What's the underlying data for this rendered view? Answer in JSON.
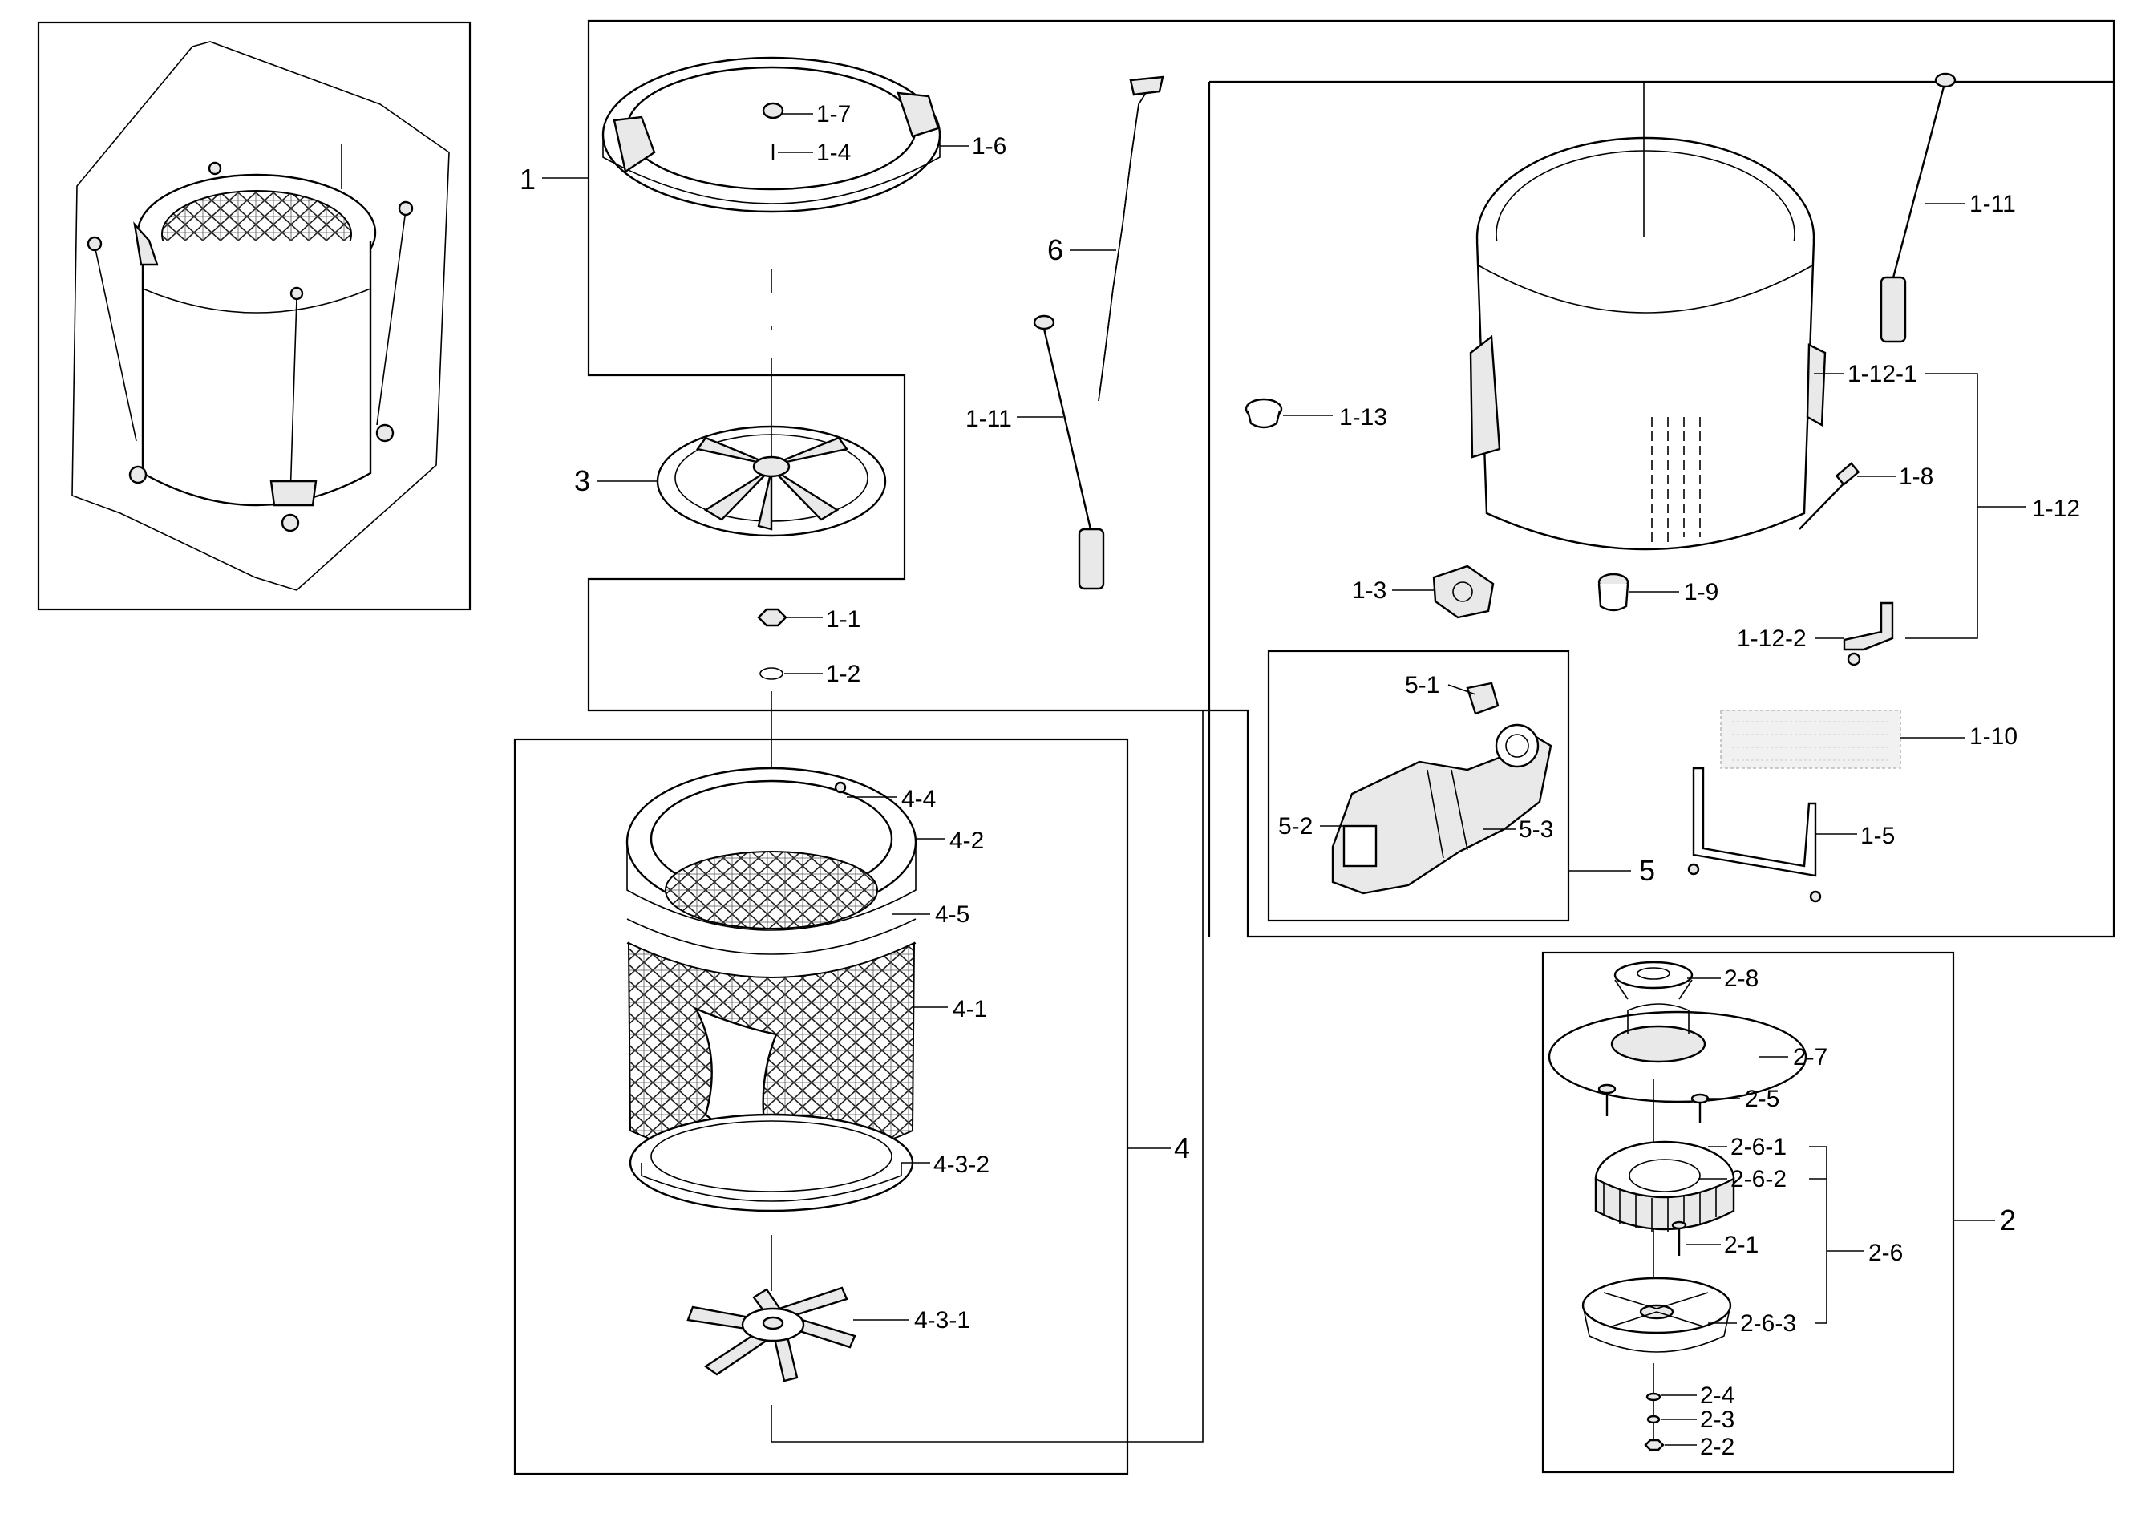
{
  "labels": {
    "g1": "1",
    "g2": "2",
    "g3": "3",
    "g4": "4",
    "g5": "5",
    "g6": "6",
    "p1_1": "1-1",
    "p1_2": "1-2",
    "p1_3": "1-3",
    "p1_4": "1-4",
    "p1_5": "1-5",
    "p1_6": "1-6",
    "p1_7": "1-7",
    "p1_8": "1-8",
    "p1_9": "1-9",
    "p1_10": "1-10",
    "p1_11a": "1-11",
    "p1_11b": "1-11",
    "p1_12": "1-12",
    "p1_12_1": "1-12-1",
    "p1_12_2": "1-12-2",
    "p1_13": "1-13",
    "p2_1": "2-1",
    "p2_2": "2-2",
    "p2_3": "2-3",
    "p2_4": "2-4",
    "p2_5": "2-5",
    "p2_6": "2-6",
    "p2_6_1": "2-6-1",
    "p2_6_2": "2-6-2",
    "p2_6_3": "2-6-3",
    "p2_7": "2-7",
    "p2_8": "2-8",
    "p4_1": "4-1",
    "p4_2": "4-2",
    "p4_3_1": "4-3-1",
    "p4_3_2": "4-3-2",
    "p4_4": "4-4",
    "p4_5": "4-5",
    "p5_1": "5-1",
    "p5_2": "5-2",
    "p5_3": "5-3"
  }
}
